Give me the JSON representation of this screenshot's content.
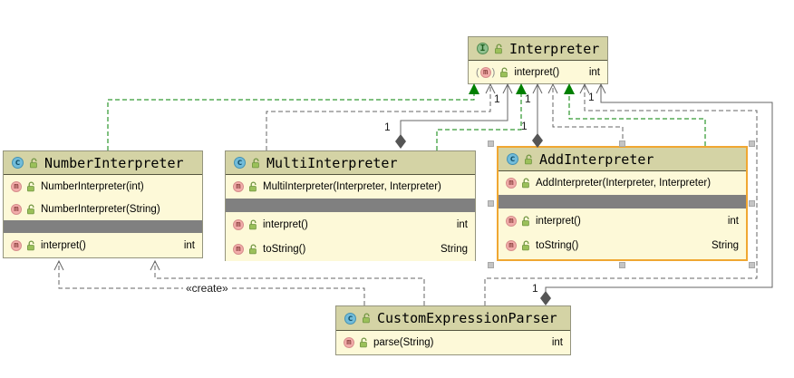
{
  "diagram": {
    "classes": {
      "interpreter": {
        "kind": "interface",
        "icon_letter": "I",
        "name": "Interpreter",
        "methods": [
          {
            "name": "interpret()",
            "type": "int"
          }
        ]
      },
      "number_interpreter": {
        "kind": "class",
        "icon_letter": "c",
        "name": "NumberInterpreter",
        "constructors": [
          {
            "name": "NumberInterpreter(int)"
          },
          {
            "name": "NumberInterpreter(String)"
          }
        ],
        "methods": [
          {
            "name": "interpret()",
            "type": "int"
          }
        ]
      },
      "multi_interpreter": {
        "kind": "class",
        "icon_letter": "c",
        "name": "MultiInterpreter",
        "constructors": [
          {
            "name": "MultiInterpreter(Interpreter, Interpreter)"
          }
        ],
        "methods": [
          {
            "name": "interpret()",
            "type": "int"
          },
          {
            "name": "toString()",
            "type": "String"
          }
        ]
      },
      "add_interpreter": {
        "kind": "class",
        "icon_letter": "c",
        "name": "AddInterpreter",
        "selected": true,
        "constructors": [
          {
            "name": "AddInterpreter(Interpreter, Interpreter)"
          }
        ],
        "methods": [
          {
            "name": "interpret()",
            "type": "int"
          },
          {
            "name": "toString()",
            "type": "String"
          }
        ]
      },
      "custom_expression_parser": {
        "kind": "class",
        "icon_letter": "c",
        "name": "CustomExpressionParser",
        "methods": [
          {
            "name": "parse(String)",
            "type": "int"
          }
        ]
      }
    },
    "edge_labels": {
      "multiplicity": "1",
      "create": "«create»"
    },
    "colors": {
      "node_header": "#D4D3A5",
      "node_body": "#FDF9D8",
      "member_separator": "#808080",
      "selection_border": "#F0A732",
      "realization_edge": "#008000",
      "dependency_edge": "#666666",
      "background": "#ffffff"
    }
  }
}
